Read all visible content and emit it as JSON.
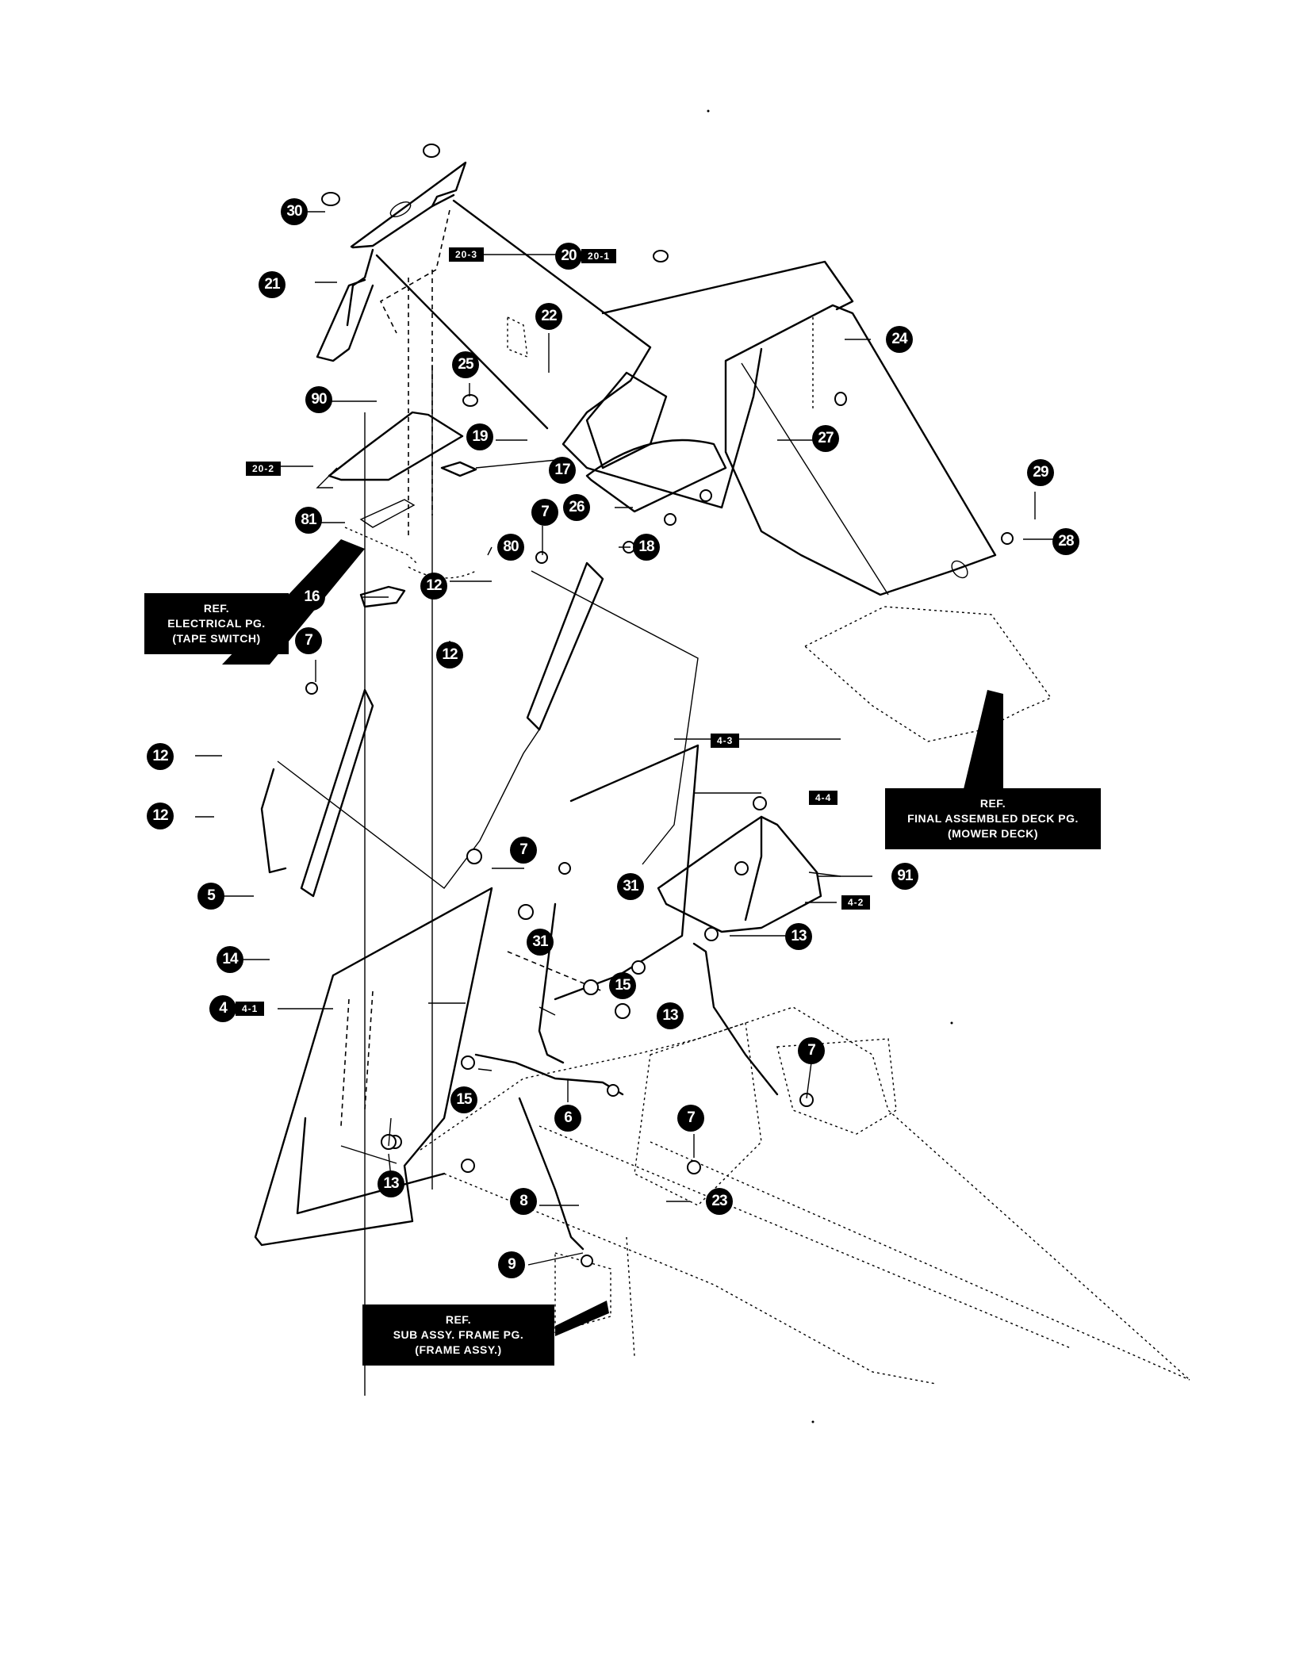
{
  "diagram": {
    "type": "exploded parts diagram",
    "subject": "Mower seat / fender and deck control assembly"
  },
  "callouts": [
    {
      "id": "c30",
      "label": "30"
    },
    {
      "id": "c20",
      "label": "20",
      "sub": "20-1"
    },
    {
      "id": "c20_3",
      "tag": "20-3"
    },
    {
      "id": "c21",
      "label": "21"
    },
    {
      "id": "c22",
      "label": "22"
    },
    {
      "id": "c25",
      "label": "25"
    },
    {
      "id": "c24",
      "label": "24"
    },
    {
      "id": "c90",
      "label": "90"
    },
    {
      "id": "c19",
      "label": "19"
    },
    {
      "id": "c27",
      "label": "27"
    },
    {
      "id": "c20_2",
      "tag": "20-2"
    },
    {
      "id": "c17",
      "label": "17"
    },
    {
      "id": "c29",
      "label": "29"
    },
    {
      "id": "c81",
      "label": "81"
    },
    {
      "id": "c26",
      "label": "26"
    },
    {
      "id": "c7a",
      "label": "7"
    },
    {
      "id": "c80",
      "label": "80"
    },
    {
      "id": "c18",
      "label": "18"
    },
    {
      "id": "c28",
      "label": "28"
    },
    {
      "id": "c12a",
      "label": "12"
    },
    {
      "id": "c16",
      "label": "16"
    },
    {
      "id": "c7b",
      "label": "7"
    },
    {
      "id": "c12b",
      "label": "12"
    },
    {
      "id": "c4_3",
      "tag": "4-3"
    },
    {
      "id": "c12c",
      "label": "12"
    },
    {
      "id": "c4_4",
      "tag": "4-4"
    },
    {
      "id": "c12d",
      "label": "12"
    },
    {
      "id": "c7c",
      "label": "7"
    },
    {
      "id": "c91",
      "label": "91"
    },
    {
      "id": "c31a",
      "label": "31"
    },
    {
      "id": "c5",
      "label": "5"
    },
    {
      "id": "c4_2",
      "tag": "4-2"
    },
    {
      "id": "c31b",
      "label": "31"
    },
    {
      "id": "c13a",
      "label": "13"
    },
    {
      "id": "c14",
      "label": "14"
    },
    {
      "id": "c15a",
      "label": "15"
    },
    {
      "id": "c4",
      "label": "4",
      "sub": "4-1"
    },
    {
      "id": "c13b",
      "label": "13"
    },
    {
      "id": "c7d",
      "label": "7"
    },
    {
      "id": "c15b",
      "label": "15"
    },
    {
      "id": "c6",
      "label": "6"
    },
    {
      "id": "c7e",
      "label": "7"
    },
    {
      "id": "c13c",
      "label": "13"
    },
    {
      "id": "c23",
      "label": "23"
    },
    {
      "id": "c8",
      "label": "8"
    },
    {
      "id": "c9",
      "label": "9"
    }
  ],
  "references": {
    "electrical": {
      "lines": [
        "REF.",
        "ELECTRICAL PG.",
        "(TAPE SWITCH)"
      ]
    },
    "deck": {
      "lines": [
        "REF.",
        "FINAL ASSEMBLED DECK PG.",
        "(MOWER DECK)"
      ]
    },
    "frame": {
      "lines": [
        "REF.",
        "SUB ASSY. FRAME PG.",
        "(FRAME ASSY.)"
      ]
    }
  }
}
